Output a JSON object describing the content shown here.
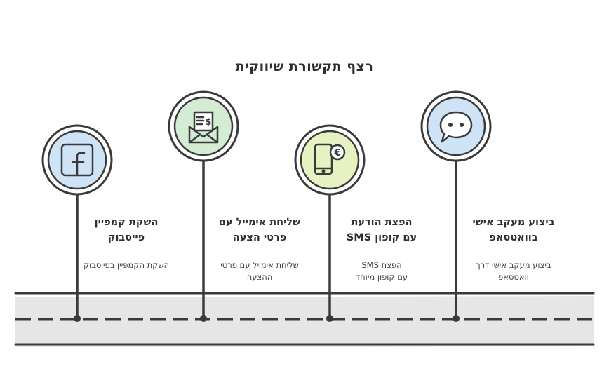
{
  "title": "רצף תקשורת שיווקית",
  "colors": {
    "line": "#3a3a3a",
    "road": "#e6e6e6",
    "blue_fill": "#cfe3f7",
    "green_fill": "#d3ecd3",
    "yellow_fill": "#e6f2c2",
    "ring_inner": "#ffffff"
  },
  "steps": [
    {
      "heading": "השקת קמפיין פייסבוק",
      "heading_l1": "השקת קמפיין",
      "heading_l2": "פייסבוק",
      "desc": "השקת הקמפיין בפייסבוק",
      "icon": "facebook-icon"
    },
    {
      "heading": "שליחת אימייל עם פרטי הצעה",
      "heading_l1": "שליחת אימייל עם",
      "heading_l2": "פרטי הצעה",
      "desc_l1": "שליחת אימייל עם פרטי",
      "desc_l2": "ההצעה",
      "icon": "email-offer-icon"
    },
    {
      "heading_l1": "הפצת הודעת",
      "heading_l2": "עם קופון SMS",
      "desc_l1": "הפצת SMS",
      "desc_l2": "עם קופון מיוחד",
      "icon": "mobile-coupon-icon"
    },
    {
      "heading_l1": "ביצוע מעקב אישי",
      "heading_l2": "בוואטסאפ",
      "desc_l1": "ביצוע מעקב אישי דרך",
      "desc_l2": "וואטסאפ",
      "icon": "chat-bubble-icon"
    }
  ]
}
